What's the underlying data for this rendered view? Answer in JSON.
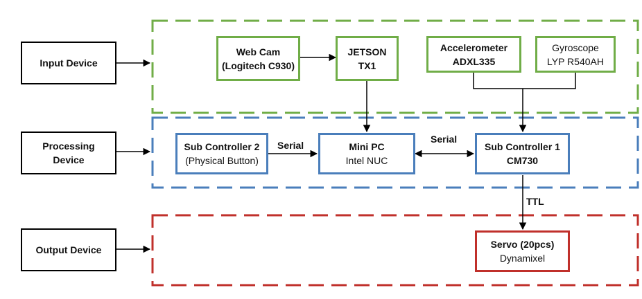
{
  "groups": {
    "input_device": "Input Device",
    "processing_device_line1": "Processing",
    "processing_device_line2": "Device",
    "output_device": "Output Device"
  },
  "nodes": {
    "webcam": {
      "line1": "Web Cam",
      "line2": "(Logitech C930)"
    },
    "jetson": {
      "line1": "JETSON",
      "line2": "TX1"
    },
    "accelerometer": {
      "line1": "Accelerometer",
      "line2": "ADXL335"
    },
    "gyroscope": {
      "line1": "Gyroscope",
      "line2": "LYP R540AH"
    },
    "sub_controller_2": {
      "line1": "Sub Controller 2",
      "line2": "(Physical Button)"
    },
    "mini_pc": {
      "line1": "Mini PC",
      "line2": "Intel NUC"
    },
    "sub_controller_1": {
      "line1": "Sub Controller 1",
      "line2": "CM730"
    },
    "servo": {
      "line1": "Servo (20pcs)",
      "line2": "Dynamixel"
    }
  },
  "edge_labels": {
    "serial_left": "Serial",
    "serial_right": "Serial",
    "ttl": "TTL"
  },
  "colors": {
    "input": "#70ad47",
    "processing": "#4a7ebb",
    "output": "#c0302b"
  }
}
